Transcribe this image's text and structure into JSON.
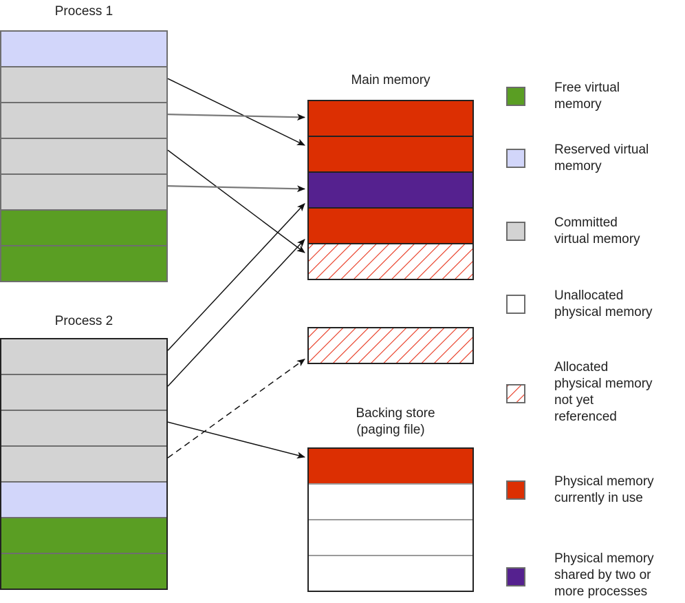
{
  "titles": {
    "process1": "Process 1",
    "process2": "Process 2",
    "main_memory": "Main memory",
    "backing_store": [
      "Backing store",
      "(paging file)"
    ]
  },
  "colors": {
    "free_virtual": "#5a9e23",
    "reserved_virtual": "#d2d6fa",
    "committed_virtual": "#d3d3d3",
    "unallocated_physical": "#ffffff",
    "in_use": "#dc2f02",
    "shared": "#55218f",
    "hatch": "#e8341c"
  },
  "process1": {
    "blocks": [
      "reserved_virtual",
      "committed_virtual",
      "committed_virtual",
      "committed_virtual",
      "committed_virtual",
      "free_virtual",
      "free_virtual"
    ]
  },
  "process2": {
    "blocks": [
      "committed_virtual",
      "committed_virtual",
      "committed_virtual",
      "committed_virtual",
      "reserved_virtual",
      "free_virtual",
      "free_virtual"
    ]
  },
  "main_memory": {
    "blocks": [
      "in_use",
      "in_use",
      "shared",
      "in_use",
      "allocated_not_referenced"
    ]
  },
  "detached_page": {
    "blocks": [
      "allocated_not_referenced"
    ]
  },
  "backing_store": {
    "blocks": [
      "in_use",
      "unallocated_physical",
      "unallocated_physical",
      "unallocated_physical"
    ]
  },
  "mappings": [
    {
      "from": "process1",
      "from_block": 1,
      "to": "main_memory",
      "to_block": 1,
      "style": "solid"
    },
    {
      "from": "process1",
      "from_block": 2,
      "to": "main_memory",
      "to_block": 0,
      "style": "solid"
    },
    {
      "from": "process1",
      "from_block": 3,
      "to": "main_memory",
      "to_block": 4,
      "style": "solid"
    },
    {
      "from": "process1",
      "from_block": 4,
      "to": "main_memory",
      "to_block": 2,
      "style": "solid"
    },
    {
      "from": "process2",
      "from_block": 0,
      "to": "main_memory",
      "to_block": 2,
      "style": "solid"
    },
    {
      "from": "process2",
      "from_block": 1,
      "to": "main_memory",
      "to_block": 3,
      "style": "solid"
    },
    {
      "from": "process2",
      "from_block": 2,
      "to": "backing_store",
      "to_block": 0,
      "style": "solid"
    },
    {
      "from": "process2",
      "from_block": 3,
      "to": "detached_page",
      "to_block": 0,
      "style": "dashed"
    }
  ],
  "legend": [
    {
      "key": "free_virtual",
      "lines": [
        "Free virtual",
        "memory"
      ],
      "icon": "green-square-icon"
    },
    {
      "key": "reserved_virtual",
      "lines": [
        "Reserved virtual",
        "memory"
      ],
      "icon": "lavender-square-icon"
    },
    {
      "key": "committed_virtual",
      "lines": [
        "Committed",
        "virtual memory"
      ],
      "icon": "gray-square-icon"
    },
    {
      "key": "unallocated_physical",
      "lines": [
        "Unallocated",
        "physical memory"
      ],
      "icon": "white-square-icon"
    },
    {
      "key": "allocated_not_referenced",
      "lines": [
        "Allocated",
        "physical memory",
        "not yet",
        "referenced"
      ],
      "icon": "hatched-square-icon"
    },
    {
      "key": "in_use",
      "lines": [
        "Physical memory",
        "currently in use"
      ],
      "icon": "red-square-icon"
    },
    {
      "key": "shared",
      "lines": [
        "Physical memory",
        "shared by two or",
        "more processes"
      ],
      "icon": "purple-square-icon"
    }
  ]
}
